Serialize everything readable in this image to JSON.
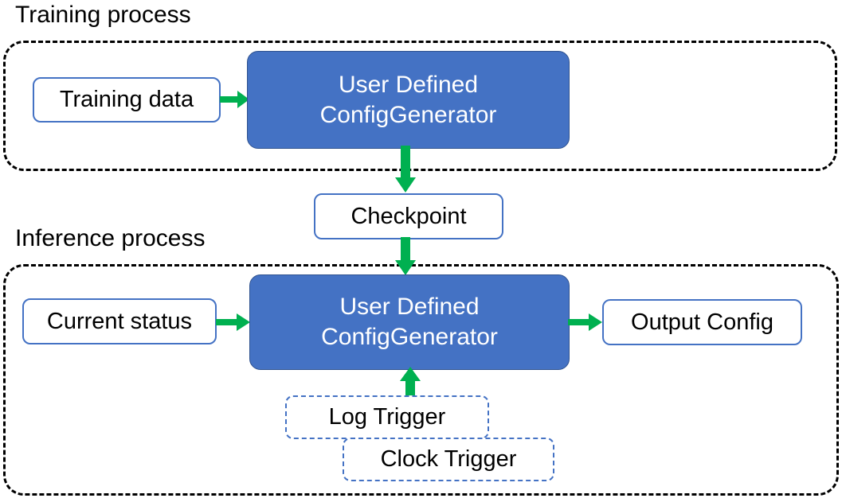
{
  "diagram": {
    "title_training": "Training process",
    "title_inference": "Inference process",
    "colors": {
      "process_fill": "#4472C4",
      "process_stroke": "#2F528F",
      "box_outline": "#4472C4",
      "arrow": "#00B050",
      "container_outline": "#000000",
      "text_dark": "#000000",
      "text_light": "#FFFFFF",
      "background": "#FFFFFF"
    },
    "nodes": {
      "training_data": "Training data",
      "generator_training": "User Defined\nConfigGenerator",
      "generator_training_line1": "User Defined",
      "generator_training_line2": "ConfigGenerator",
      "checkpoint": "Checkpoint",
      "current_status": "Current status",
      "generator_inference_line1": "User Defined",
      "generator_inference_line2": "ConfigGenerator",
      "output_config": "Output Config",
      "log_trigger": "Log Trigger",
      "clock_trigger": "Clock Trigger"
    },
    "edges": [
      {
        "name": "training-data-to-generator",
        "from": "Training data",
        "to": "User Defined ConfigGenerator",
        "direction": "right"
      },
      {
        "name": "generator-to-checkpoint",
        "from": "User Defined ConfigGenerator",
        "to": "Checkpoint",
        "direction": "down"
      },
      {
        "name": "checkpoint-to-generator",
        "from": "Checkpoint",
        "to": "User Defined ConfigGenerator",
        "direction": "down"
      },
      {
        "name": "current-status-to-generator",
        "from": "Current status",
        "to": "User Defined ConfigGenerator",
        "direction": "right"
      },
      {
        "name": "generator-to-output-config",
        "from": "User Defined ConfigGenerator",
        "to": "Output Config",
        "direction": "right"
      },
      {
        "name": "triggers-to-generator",
        "from": "Log Trigger / Clock Trigger",
        "to": "User Defined ConfigGenerator",
        "direction": "up"
      }
    ]
  }
}
